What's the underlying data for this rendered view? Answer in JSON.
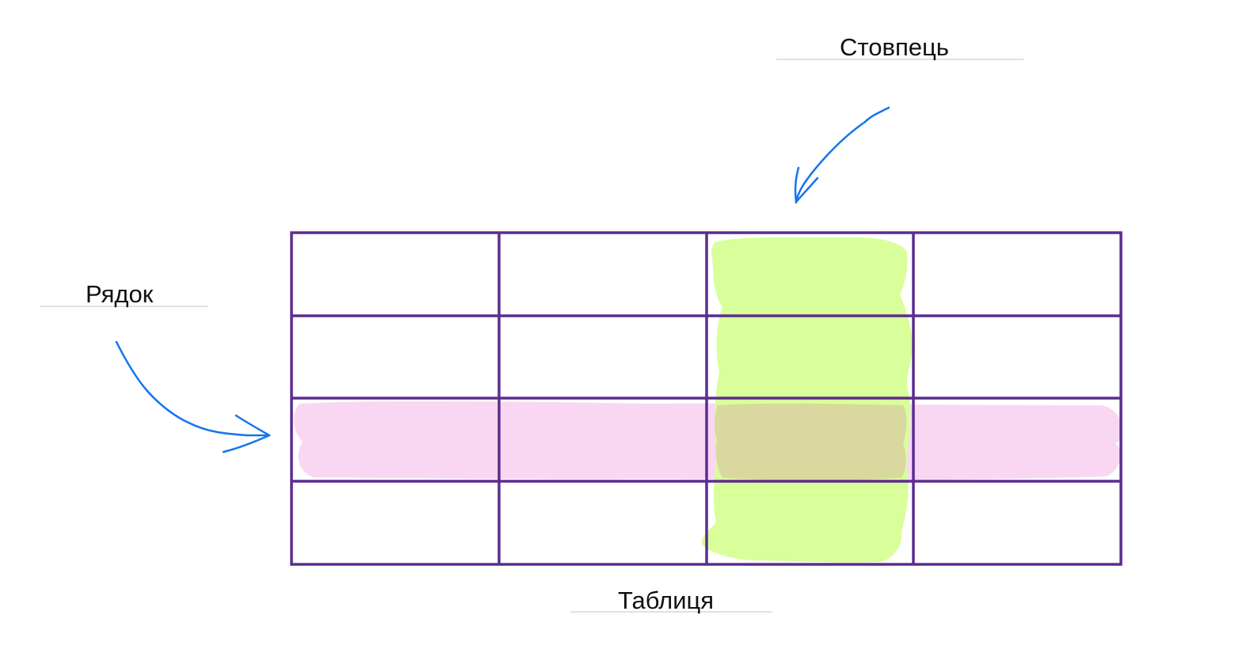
{
  "labels": {
    "column": "Стовпець",
    "row": "Рядок",
    "table": "Таблиця"
  },
  "table": {
    "rows": 4,
    "columns": 4,
    "highlighted_row": 3,
    "highlighted_column": 3
  },
  "colors": {
    "grid": "#5b2d8e",
    "row_highlight": "#f9d7f3",
    "column_highlight": "#d8ff9a",
    "intersection_highlight": "#d9d99f",
    "arrow": "#1473f0",
    "underline": "#cfcfcf",
    "text": "#111111"
  }
}
